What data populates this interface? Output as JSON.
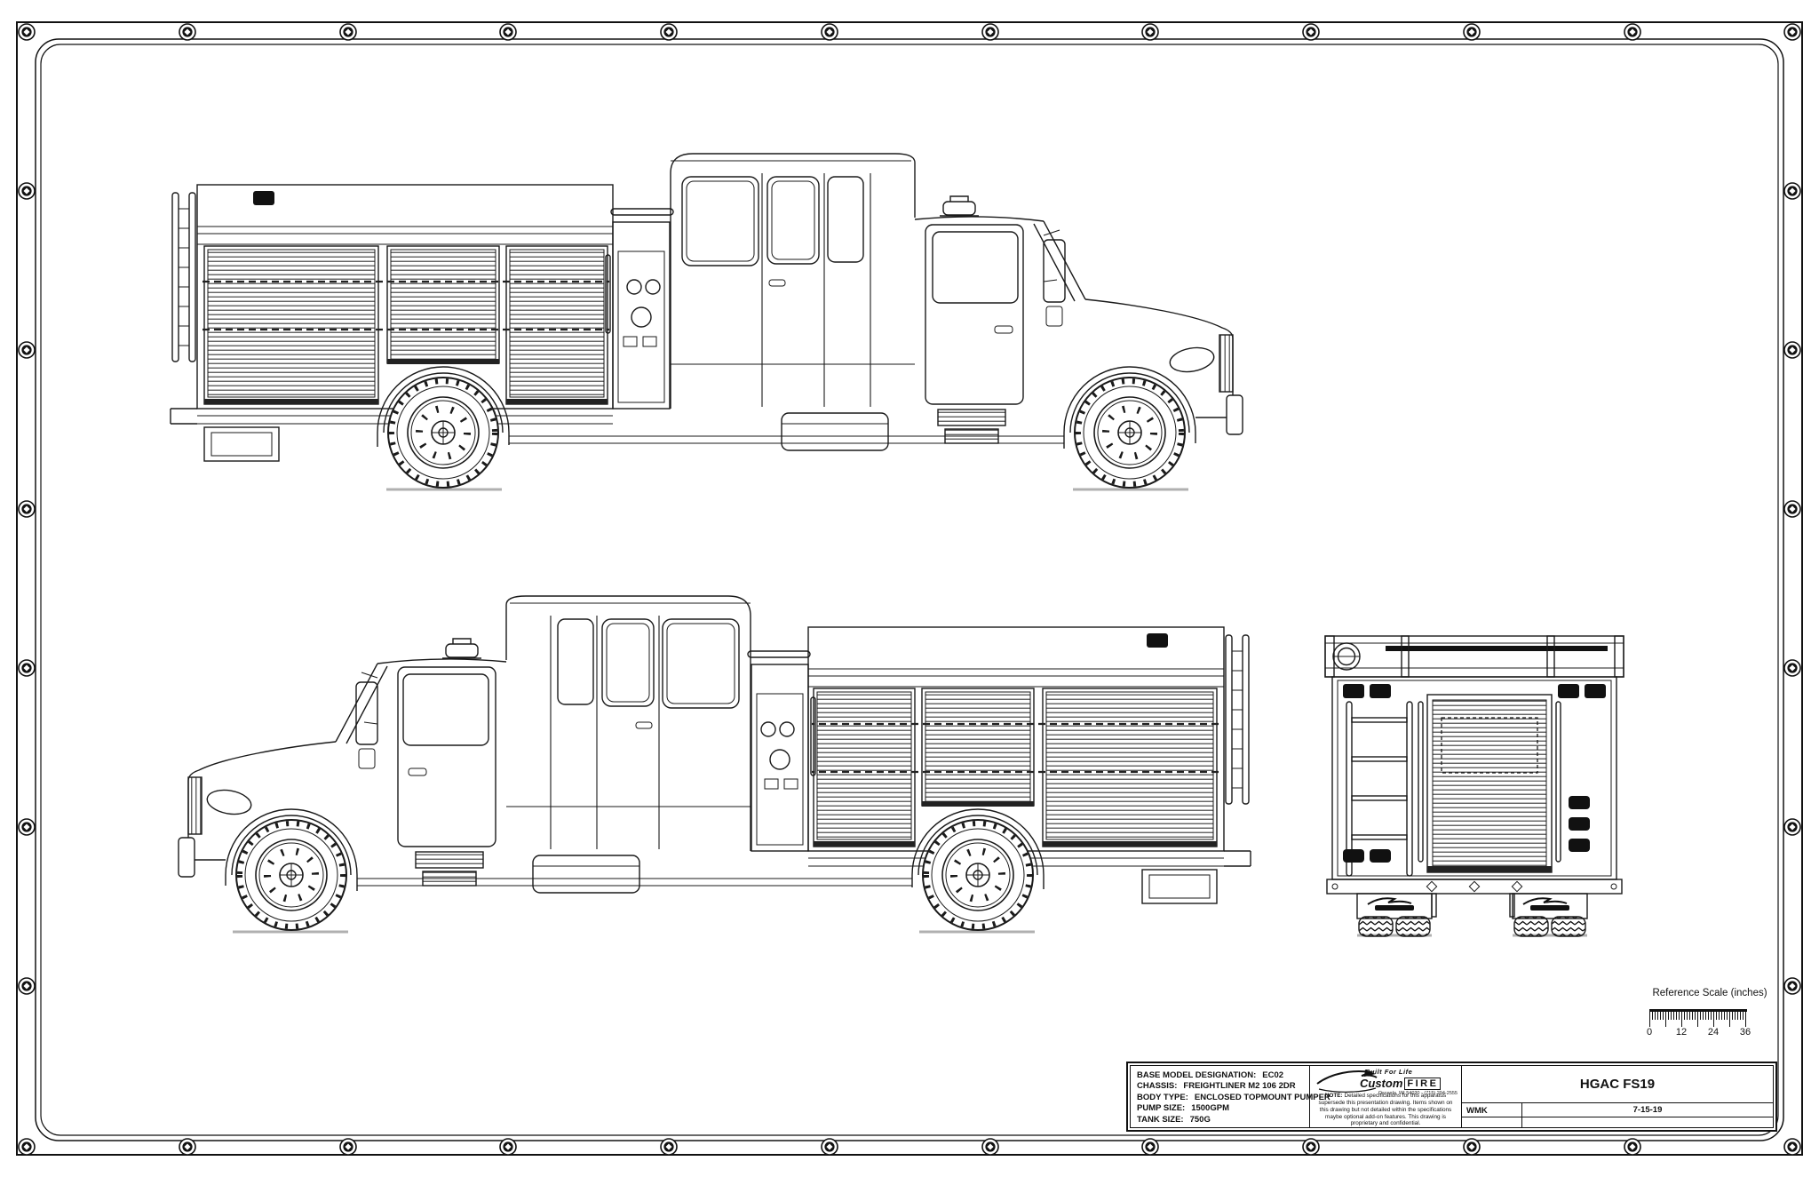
{
  "style": {
    "ink": "#1a1a1a",
    "paper": "#ffffff"
  },
  "views": [
    "passenger-side-elevation",
    "driver-side-elevation",
    "rear-elevation"
  ],
  "reference_scale": {
    "title": "Reference Scale (inches)",
    "ticks": [
      "0",
      "12",
      "24",
      "36"
    ]
  },
  "title_block": {
    "specs": [
      {
        "label": "BASE MODEL DESIGNATION:",
        "value": "EC02"
      },
      {
        "label": "CHASSIS:",
        "value": "FREIGHTLINER M2 106 2DR"
      },
      {
        "label": "BODY TYPE:",
        "value": "ENCLOSED TOPMOUNT PUMPER"
      },
      {
        "label": "PUMP SIZE:",
        "value": "1500GPM"
      },
      {
        "label": "TANK SIZE:",
        "value": "750G"
      }
    ],
    "logo": {
      "tagline": "Built For Life",
      "brand_custom": "Custom",
      "brand_fire": "FIRE",
      "address": "Osceola, WI 54020 - (715) 294-2555"
    },
    "note_label": "NOTE:",
    "note_text": "Detailed specifications for this apparatus supersede this presentation drawing. Items shown on this drawing but not detailed within the specifications maybe optional add-on features. This drawing is proprietary and confidential.",
    "sheet_id": "HGAC FS19",
    "drawn_by": "WMK",
    "date": "7-15-19"
  }
}
